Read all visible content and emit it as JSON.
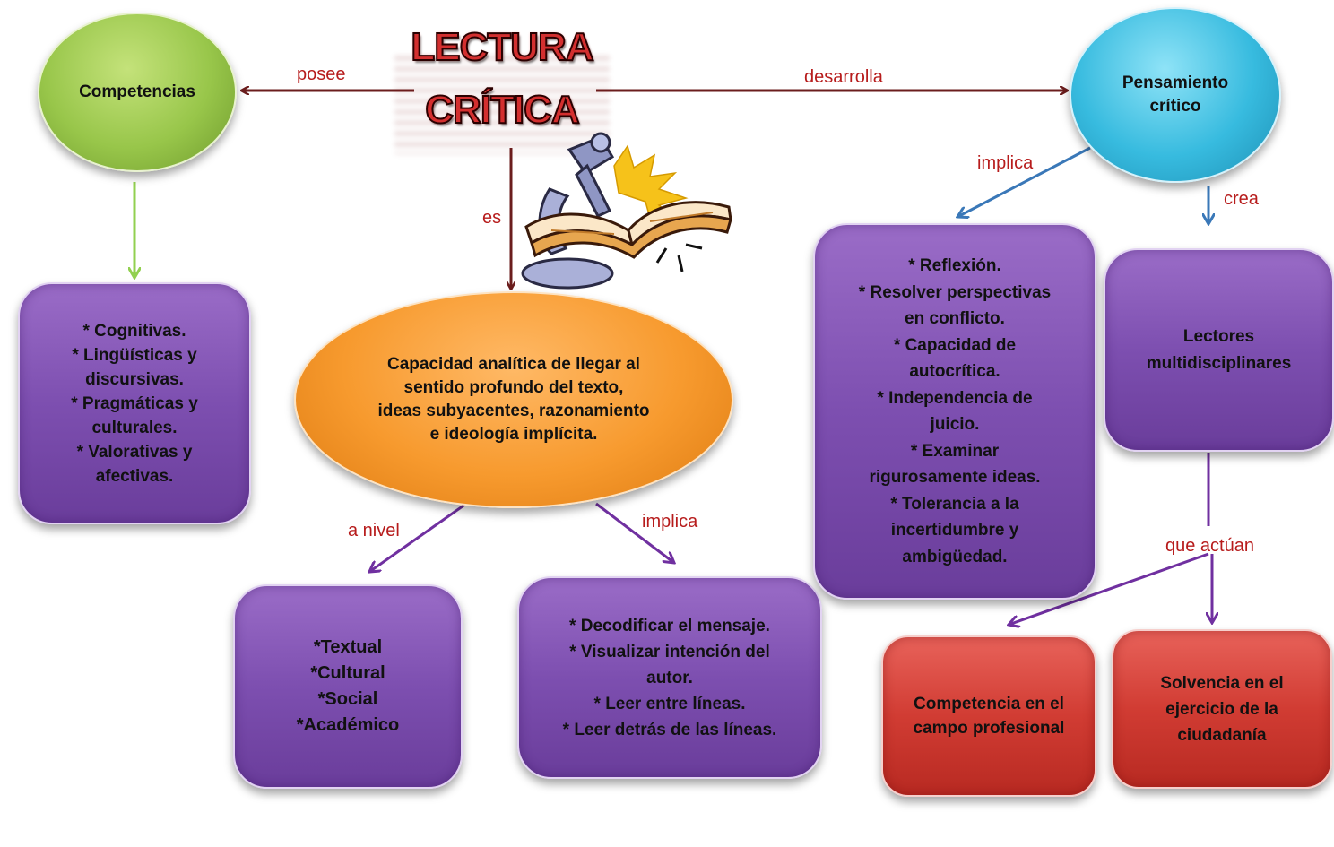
{
  "title_lines": [
    "LECTURA",
    "CRÍTICA"
  ],
  "nodes": {
    "competencias": "Competencias",
    "pensamiento": "Pensamiento\ncrítico",
    "tipos_competencias": "* Cognitivas.\n* Lingüísticas  y\ndiscursivas.\n* Pragmáticas y\nculturales.\n* Valorativas y\nafectivas.",
    "capacidad": "Capacidad analítica de llegar al\nsentido  profundo del texto,\nideas subyacentes, razonamiento\ne ideología implícita.",
    "niveles": "*Textual\n*Cultural\n*Social\n*Académico",
    "implica_lectura": "* Decodificar el mensaje.\n* Visualizar intención del\nautor.\n* Leer entre líneas.\n* Leer detrás de las líneas.",
    "implica_pensamiento": "* Reflexión.\n* Resolver perspectivas\nen conflicto.\n* Capacidad de\nautocrítica.\n* Independencia de\njuicio.\n* Examinar\nrigurosamente ideas.\n* Tolerancia a la\nincertidumbre y\nambigüedad.",
    "lectores": "Lectores\nmultidisciplinares",
    "competencia_profesional": "Competencia en el\ncampo profesional",
    "solvencia": "Solvencia en el\nejercicio de la\nciudadanía"
  },
  "edge_labels": {
    "posee": "posee",
    "desarrolla": "desarrolla",
    "es": "es",
    "implica_pensamiento": "implica",
    "crea": "crea",
    "a_nivel": "a nivel",
    "implica_lectura": "implica",
    "que_actuan": "que actúan"
  },
  "colors": {
    "arrow_dark_red": "#6b1d1d",
    "arrow_green": "#92d050",
    "arrow_blue": "#3a78b8",
    "arrow_purple": "#7030a0",
    "label_red": "#b71c1c"
  },
  "clipart": "book-and-microscope-icon"
}
